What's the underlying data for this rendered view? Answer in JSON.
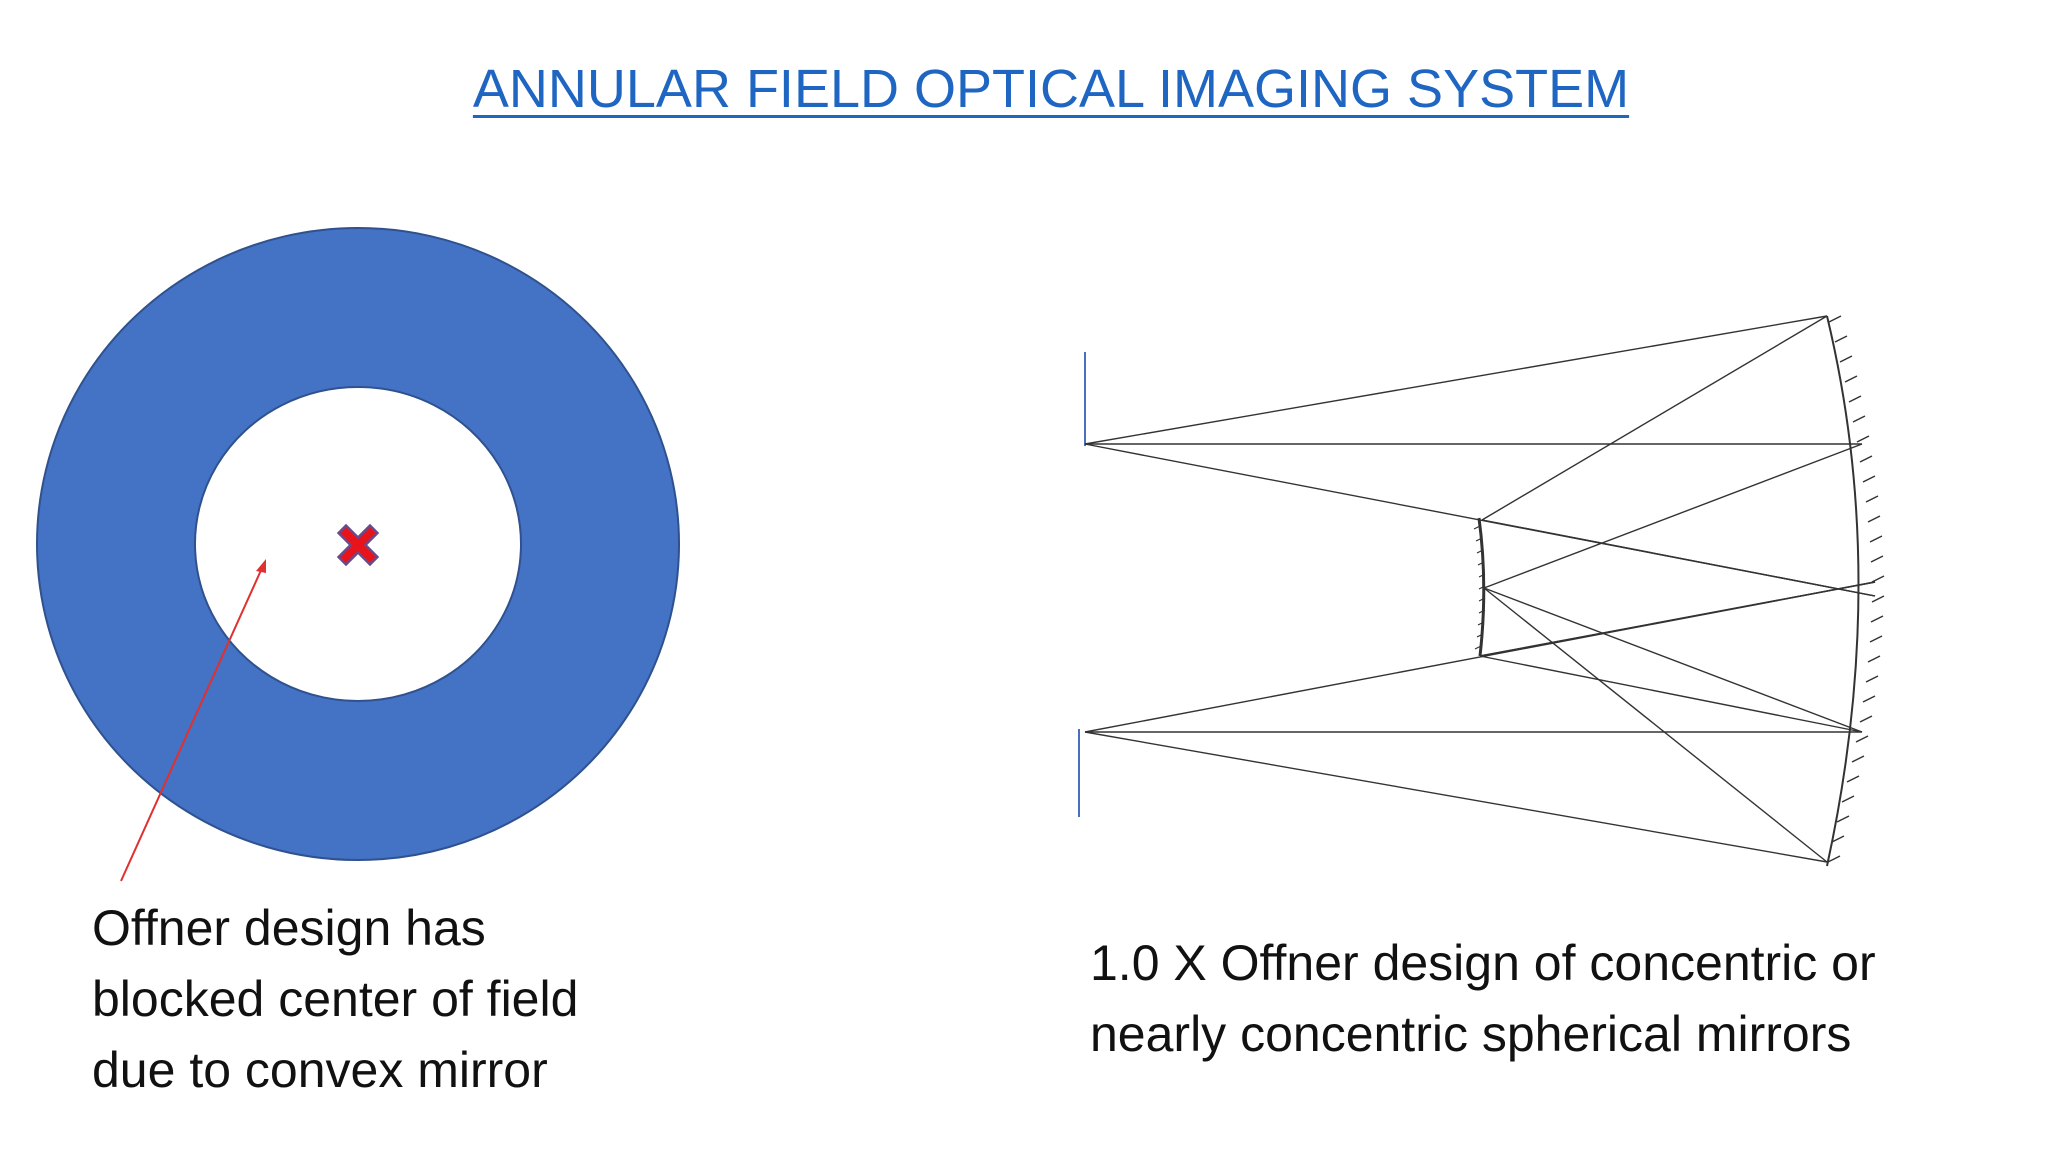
{
  "title": "ANNULAR FIELD OPTICAL IMAGING SYSTEM",
  "colors": {
    "title": "#1f66c2",
    "annulus_fill": "#4472c4",
    "annulus_stroke": "#2f528f",
    "center_marker": "#e8141c",
    "arrow": "#e03030",
    "ray_lines": "#333333",
    "object_image_planes": "#4a6fc0"
  },
  "left_figure": {
    "caption_lines": [
      "Offner design has",
      "blocked center of field",
      "due to convex mirror"
    ]
  },
  "right_figure": {
    "caption_lines": [
      "1.0 X Offner design of concentric or",
      "nearly concentric spherical mirrors"
    ]
  }
}
